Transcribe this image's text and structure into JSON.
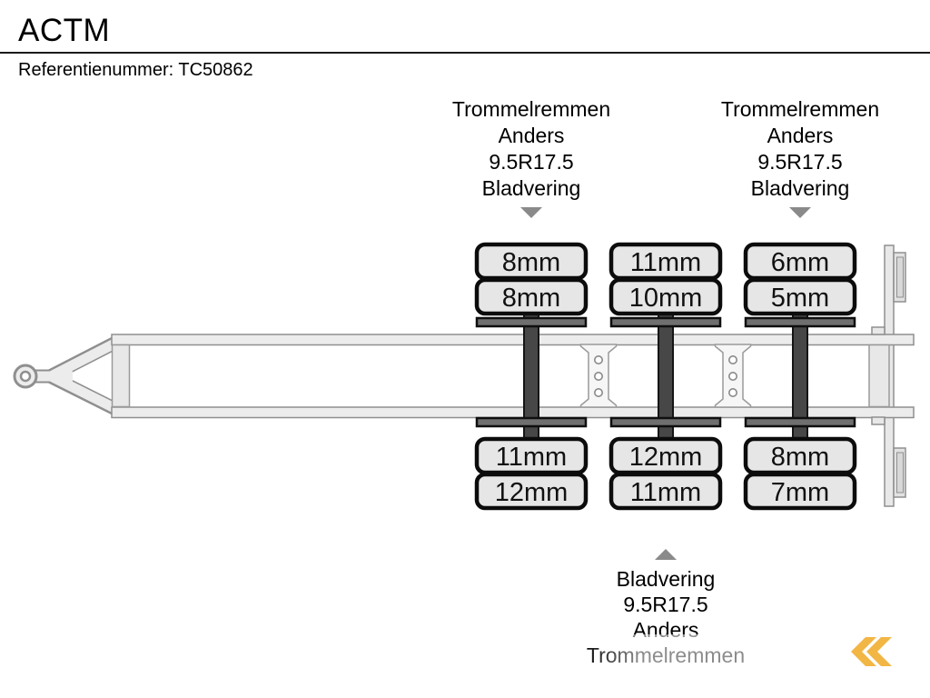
{
  "header": {
    "title": "ACTM",
    "reference": "Referentienummer: TC50862"
  },
  "annotations": {
    "axle1_top": {
      "lines": [
        "Trommelremmen",
        "Anders",
        "9.5R17.5",
        "Bladvering"
      ],
      "arrow_icon": "triangle-down"
    },
    "axle3_top": {
      "lines": [
        "Trommelremmen",
        "Anders",
        "9.5R17.5",
        "Bladvering"
      ],
      "arrow_icon": "triangle-down"
    },
    "axle2_bottom": {
      "lines": [
        "Bladvering",
        "9.5R17.5",
        "Anders",
        "Trommelremmen"
      ],
      "arrow_icon": "triangle-up"
    }
  },
  "tread_depths": {
    "axle1": {
      "top": [
        "8mm",
        "8mm"
      ],
      "bottom": [
        "11mm",
        "12mm"
      ]
    },
    "axle2": {
      "top": [
        "11mm",
        "10mm"
      ],
      "bottom": [
        "12mm",
        "11mm"
      ]
    },
    "axle3": {
      "top": [
        "6mm",
        "5mm"
      ],
      "bottom": [
        "8mm",
        "7mm"
      ]
    }
  },
  "logo": {
    "icon": "double-chevron-left",
    "color": "#F2B644"
  },
  "colors": {
    "accent": "#F2B644",
    "frame_fill": "#ECECEC",
    "axle_dark": "#474747",
    "tire_fill": "#E6E6E6",
    "arrow_gray": "#8A8A8A"
  }
}
